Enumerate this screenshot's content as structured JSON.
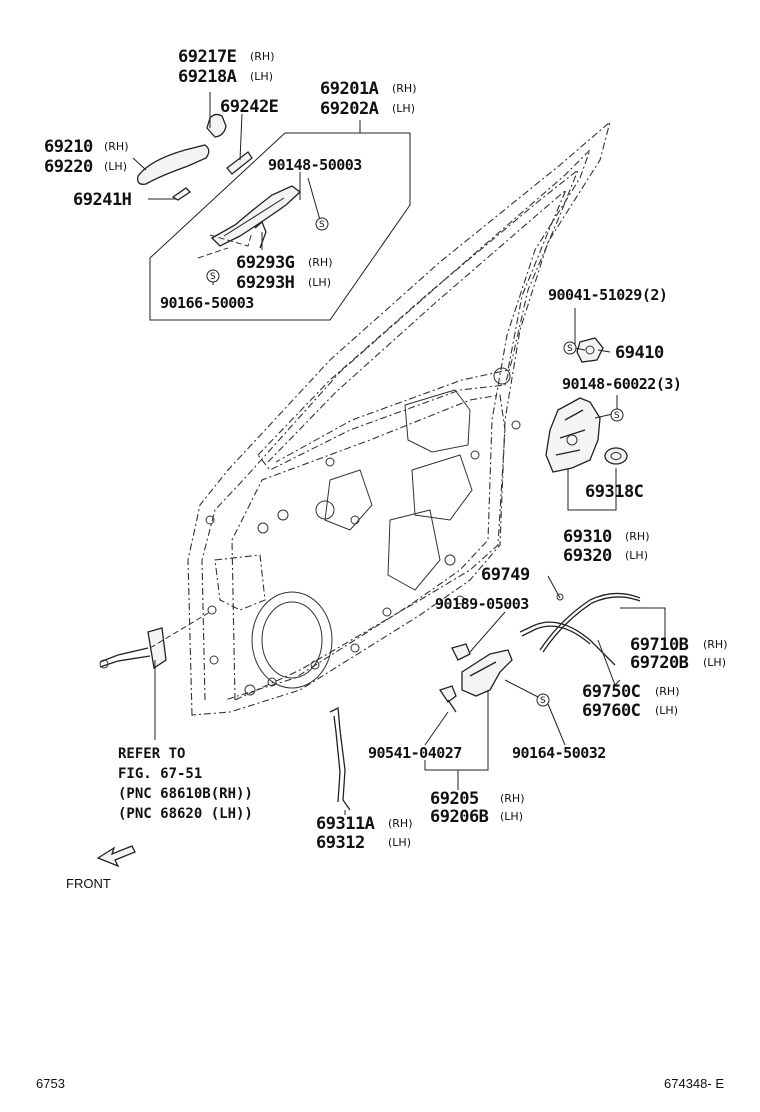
{
  "parts": {
    "p69217e": "69217E",
    "p69217e_suf": "(RH)",
    "p69218a": "69218A",
    "p69218a_suf": "(LH)",
    "p69242e": "69242E",
    "p69210": "69210",
    "p69210_suf": "(RH)",
    "p69220": "69220",
    "p69220_suf": "(LH)",
    "p69241h": "69241H",
    "p69201a": "69201A",
    "p69201a_suf": "(RH)",
    "p69202a": "69202A",
    "p69202a_suf": "(LH)",
    "p90148_50003": "90148-50003",
    "p69293g": "69293G",
    "p69293g_suf": "(RH)",
    "p69293h": "69293H",
    "p69293h_suf": "(LH)",
    "p90166_50003": "90166-50003",
    "p90041_51029": "90041-51029(2)",
    "p69410": "69410",
    "p90148_60022": "90148-60022(3)",
    "p69318c": "69318C",
    "p69310": "69310",
    "p69310_suf": "(RH)",
    "p69320": "69320",
    "p69320_suf": "(LH)",
    "p69749": "69749",
    "p90189_05003": "90189-05003",
    "p69710b": "69710B",
    "p69710b_suf": "(RH)",
    "p69720b": "69720B",
    "p69720b_suf": "(LH)",
    "p69750c": "69750C",
    "p69750c_suf": "(RH)",
    "p69760c": "69760C",
    "p69760c_suf": "(LH)",
    "p90541_04027": "90541-04027",
    "p90164_50032": "90164-50032",
    "p69205": "69205",
    "p69205_suf": "(RH)",
    "p69206b": "69206B",
    "p69206b_suf": "(LH)",
    "p69311a": "69311A",
    "p69311a_suf": "(RH)",
    "p69312": "69312",
    "p69312_suf": "(LH)"
  },
  "reference": {
    "line1": "REFER TO",
    "line2": "FIG. 67-51",
    "line3": "(PNC 68610B(RH))",
    "line4": "(PNC 68620 (LH))"
  },
  "direction_label": "FRONT",
  "symbol_letter": "S",
  "footer": {
    "page_number": "6753",
    "figure_id": "674348- E"
  }
}
